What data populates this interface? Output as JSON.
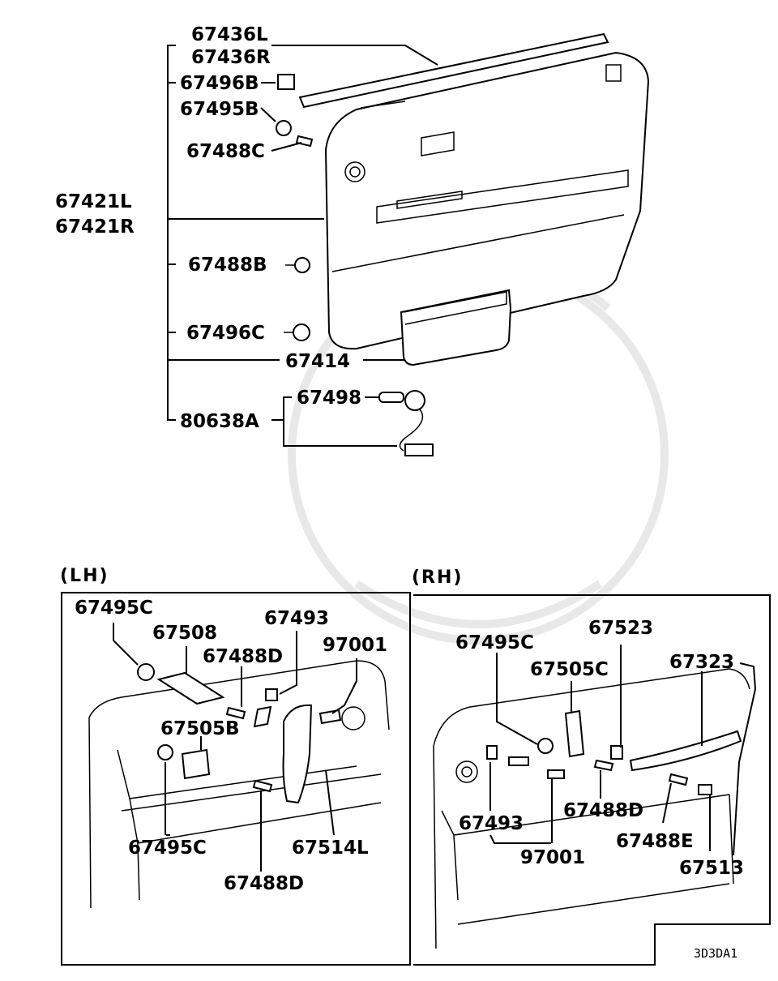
{
  "main": {
    "labels": {
      "p67436L": "67436L",
      "p67436R": "67436R",
      "p67496B": "67496B",
      "p67495B": "67495B",
      "p67488C": "67488C",
      "p67421L": "67421L",
      "p67421R": "67421R",
      "p67488B": "67488B",
      "p67496C": "67496C",
      "p67414": "67414",
      "p67498": "67498",
      "p80638A": "80638A"
    }
  },
  "lh": {
    "title": "(LH)",
    "labels": {
      "p67495C_top": "67495C",
      "p67508": "67508",
      "p67493": "67493",
      "p67488D_top": "67488D",
      "p97001": "97001",
      "p67505B": "67505B",
      "p67495C_bot": "67495C",
      "p67514L": "67514L",
      "p67488D_bot": "67488D"
    }
  },
  "rh": {
    "title": "(RH)",
    "labels": {
      "p67523": "67523",
      "p67495C": "67495C",
      "p67323": "67323",
      "p67505C": "67505C",
      "p67488D": "67488D",
      "p67493": "67493",
      "p67488E": "67488E",
      "p97001": "97001",
      "p67513": "67513"
    }
  },
  "diagram_code": "3D3DA1"
}
